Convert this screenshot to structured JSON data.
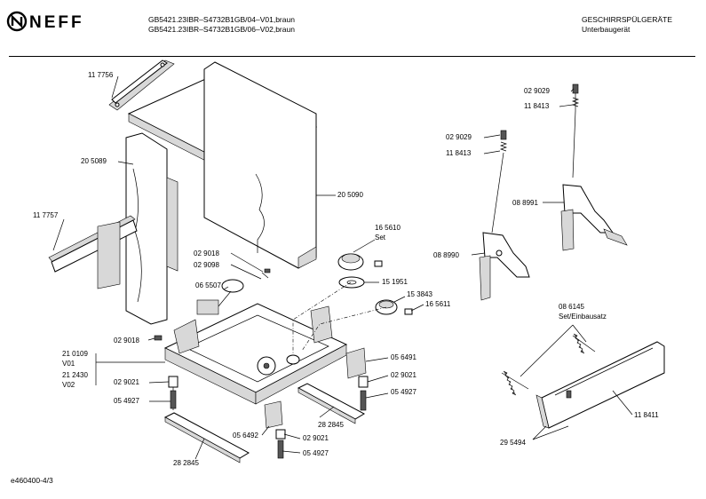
{
  "header": {
    "brand": "NEFF",
    "model_line_1": "GB5421.23IBR–S4732B1GB/04–V01,braun",
    "model_line_2": "GB5421.23IBR–S4732B1GB/06–V02,braun",
    "category": "GESCHIRRSPÜLGERÄTE",
    "subcategory": "Unterbaugerät"
  },
  "footer": {
    "drawing_id": "e460400-4/3"
  },
  "parts": [
    {
      "text": "11 7756"
    },
    {
      "text": "20 5089"
    },
    {
      "text": "11 7757"
    },
    {
      "text": "20 5090"
    },
    {
      "text": "02 9018"
    },
    {
      "text": "02 9098"
    },
    {
      "text": "06 5507"
    },
    {
      "text": "16 5610"
    },
    {
      "text": "Set"
    },
    {
      "text": "15 1951"
    },
    {
      "text": "15 3843"
    },
    {
      "text": "16 5611"
    },
    {
      "text": "02 9018"
    },
    {
      "text": "21 0109"
    },
    {
      "text": "V01"
    },
    {
      "text": "21 2430"
    },
    {
      "text": "V02"
    },
    {
      "text": "02 9021"
    },
    {
      "text": "05 4927"
    },
    {
      "text": "28 2845"
    },
    {
      "text": "05 6491"
    },
    {
      "text": "02 9021"
    },
    {
      "text": "05 4927"
    },
    {
      "text": "28 2845"
    },
    {
      "text": "05 6492"
    },
    {
      "text": "02 9021"
    },
    {
      "text": "05 4927"
    },
    {
      "text": "02 9029"
    },
    {
      "text": "11 8413"
    },
    {
      "text": "02 9029"
    },
    {
      "text": "11 8413"
    },
    {
      "text": "08 8991"
    },
    {
      "text": "08 8990"
    },
    {
      "text": "08 6145"
    },
    {
      "text": "Set/Einbausatz"
    },
    {
      "text": "11 8411"
    },
    {
      "text": "29 5494"
    }
  ]
}
